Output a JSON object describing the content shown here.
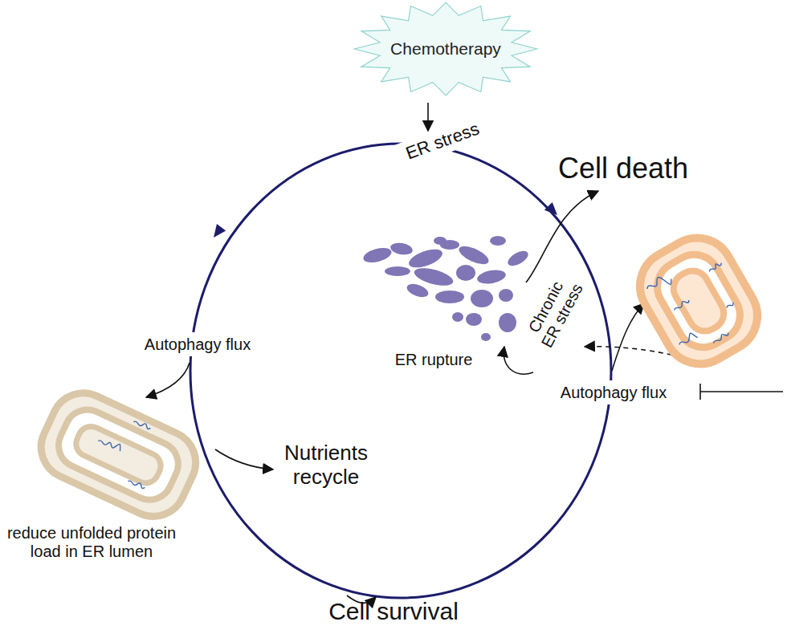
{
  "diagram": {
    "nodes": [
      {
        "text": [
          "Chemotherapy"
        ]
      }
    ],
    "labels": [
      "ER stress",
      "Cell death",
      "Chronic ER stress",
      "ER rupture",
      "Autophagy flux",
      "Autophagy flux",
      "reduce unfolded protein load in ER lumen",
      "Nutrients recycle",
      "Cell survival"
    ]
  }
}
